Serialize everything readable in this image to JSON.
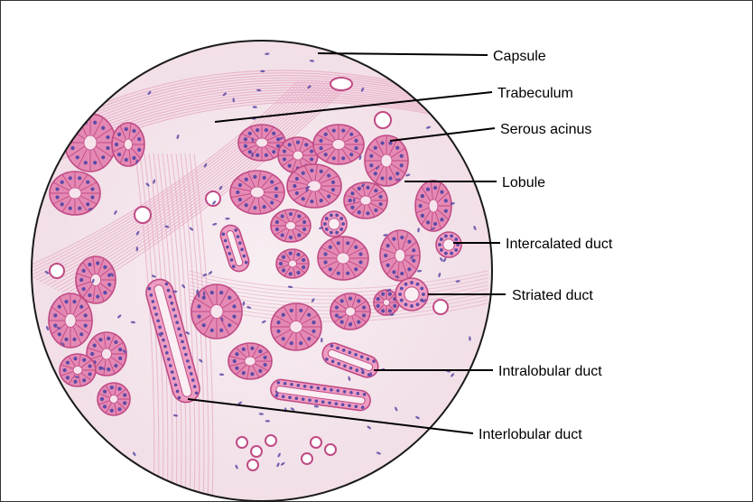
{
  "figure": {
    "labels": {
      "capsule": "Capsule",
      "trabeculum": "Trabeculum",
      "serous_acinus": "Serous acinus",
      "lobule": "Lobule",
      "intercalated_duct": "Intercalated duct",
      "striated_duct": "Striated duct",
      "intralobular_duct": "Intralobular duct",
      "interlobular_duct": "Interlobular duct"
    },
    "colors": {
      "background": "#f3e6ec",
      "connective_tissue": "#e7a9c4",
      "acinus_cell": "#e489b4",
      "acinus_outline": "#c04a84",
      "nucleus": "#5b4aa6",
      "leader_line": "#000000"
    }
  }
}
